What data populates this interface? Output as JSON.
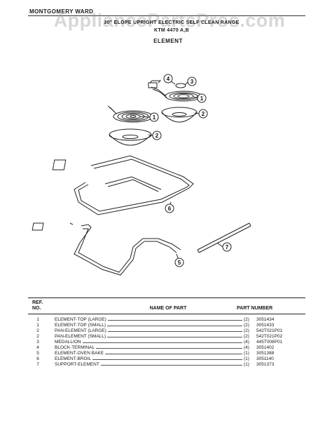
{
  "header": {
    "brand": "MONTGOMERY WARD",
    "watermark": "AppliancePartsPros.com",
    "title_line1": "30\" ELOPE UPRIGHT ELECTRIC SELF CLEAN RANGE",
    "title_line2": "KTM 4470 A,B",
    "section": "ELEMENT"
  },
  "callouts": [
    "4",
    "3",
    "1",
    "2",
    "1",
    "2",
    "6",
    "7",
    "5"
  ],
  "table": {
    "header_ref_line1": "REF.",
    "header_ref_line2": "NO.",
    "header_name": "NAME OF PART",
    "header_part_number": "PART NUMBER",
    "rows": [
      {
        "ref": "1",
        "name": "ELEMENT-TOP (LARGE)",
        "qty": "(2)",
        "part_number": "3051434"
      },
      {
        "ref": "1",
        "name": "ELEMENT-TOP (SMALL)",
        "qty": "(2)",
        "part_number": "3051433"
      },
      {
        "ref": "2",
        "name": "PAN-ELEMENT (LARGE)",
        "qty": "(2)",
        "part_number": "542T021P01"
      },
      {
        "ref": "2",
        "name": "PAN-ELEMENT (SMALL)",
        "qty": "(2)",
        "part_number": "542T021P02"
      },
      {
        "ref": "3",
        "name": "MEDALLION",
        "qty": "(4)",
        "part_number": "445T008P01"
      },
      {
        "ref": "4",
        "name": "BLOCK-TERMINAL",
        "qty": "(4)",
        "part_number": "3051402"
      },
      {
        "ref": "5",
        "name": "ELEMENT-OVEN BAKE",
        "qty": "(1)",
        "part_number": "3051388"
      },
      {
        "ref": "6",
        "name": "ELEMENT-BROIL",
        "qty": "(1)",
        "part_number": "3051140"
      },
      {
        "ref": "7",
        "name": "SUPPORT-ELEMENT",
        "qty": "(1)",
        "part_number": "3051373"
      }
    ]
  }
}
